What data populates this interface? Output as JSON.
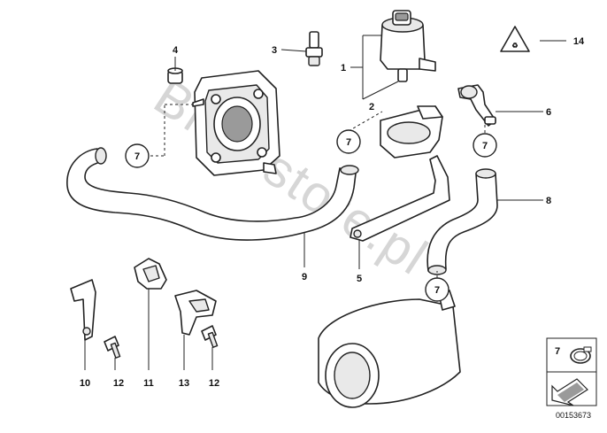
{
  "watermark": "BMWstore.pl",
  "callouts": {
    "c1": "1",
    "c2": "2",
    "c3": "3",
    "c4": "4",
    "c5": "5",
    "c6": "6",
    "c8": "8",
    "c9": "9",
    "c10": "10",
    "c12a": "12",
    "c11": "11",
    "c13": "13",
    "c12b": "12",
    "c14": "14"
  },
  "clamp_refs": [
    "7",
    "7",
    "7",
    "7"
  ],
  "legend": {
    "ref": "7"
  },
  "diagram_id": "00153673"
}
